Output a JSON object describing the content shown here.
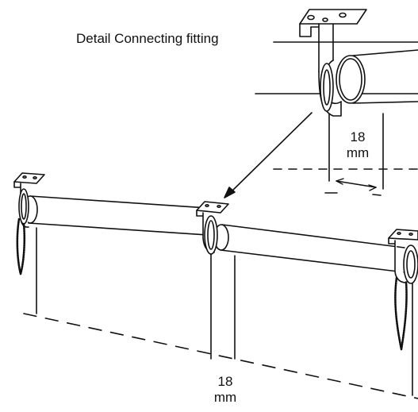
{
  "title": "Detail Connecting fitting",
  "dimension_top": {
    "value": "18",
    "unit": "mm"
  },
  "dimension_bottom": {
    "value": "18",
    "unit": "mm"
  },
  "colors": {
    "line": "#111111",
    "background": "#ffffff"
  }
}
